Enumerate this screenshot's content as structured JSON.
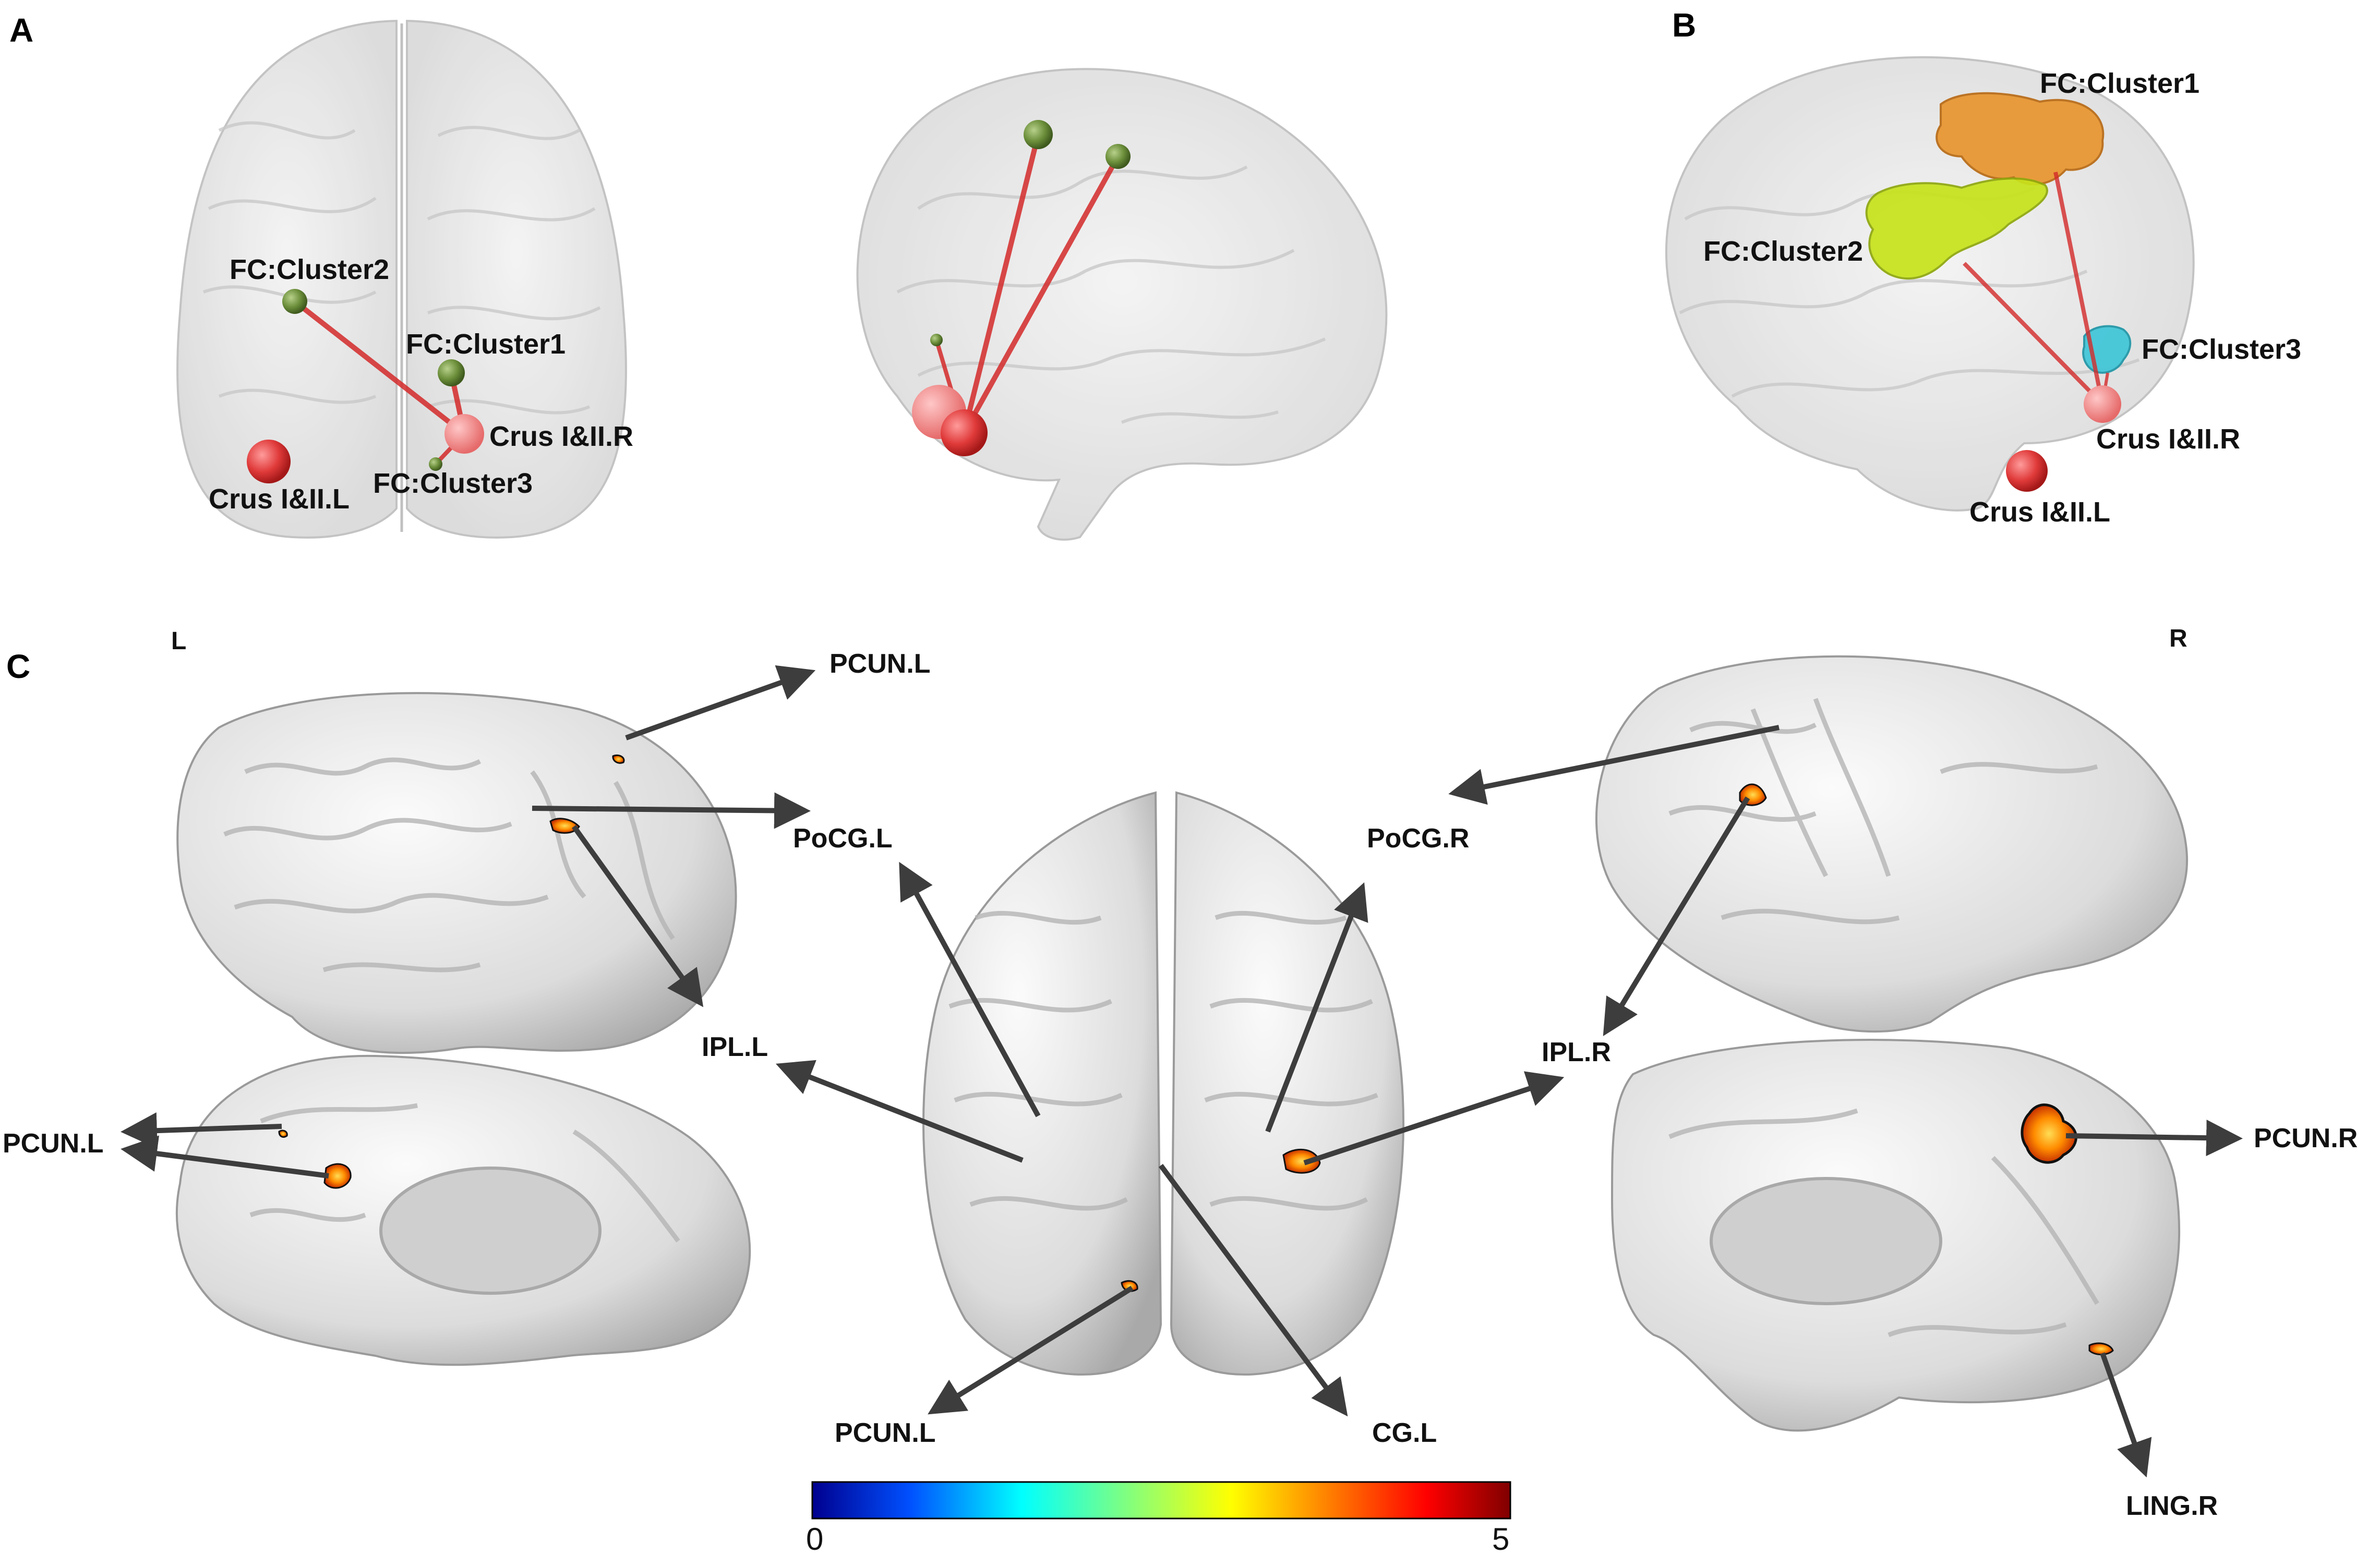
{
  "panels": {
    "a": "A",
    "b": "B",
    "c": "C"
  },
  "panel_a": {
    "cluster2": "FC:Cluster2",
    "cluster1": "FC:Cluster1",
    "cluster3": "FC:Cluster3",
    "crus_r": "Crus I&II.R",
    "crus_l": "Crus I&II.L"
  },
  "panel_b": {
    "cluster1": "FC:Cluster1",
    "cluster2": "FC:Cluster2",
    "cluster3": "FC:Cluster3",
    "crus_r": "Crus I&II.R",
    "crus_l": "Crus I&II.L"
  },
  "panel_c": {
    "side_left": "L",
    "side_right": "R",
    "left_lateral_pcun": "PCUN.L",
    "left_lateral_pocg": "PoCG.L",
    "left_lateral_ipl": "IPL.L",
    "left_medial_pcun": "PCUN.L",
    "dorsal_pocg_r": "PoCG.R",
    "dorsal_ipl_r": "IPL.R",
    "dorsal_pcun_l": "PCUN.L",
    "dorsal_cg_l": "CG.L",
    "right_medial_pcun": "PCUN.R",
    "right_medial_ling": "LING.R"
  },
  "colorbar": {
    "min": "0",
    "max": "5",
    "stops": [
      "#00008f",
      "#0050ff",
      "#00ffff",
      "#80ff80",
      "#ffff00",
      "#ff7f00",
      "#ff0000",
      "#800000"
    ]
  },
  "colors": {
    "node_green": "#6b8e3a",
    "node_red": "#e03a3a",
    "edge_red": "#d42a2a",
    "cluster1_orange": "#e8952e",
    "cluster2_yellow": "#c7e31b",
    "cluster3_cyan": "#3fc6d8",
    "arrow": "#3d3d3d"
  }
}
